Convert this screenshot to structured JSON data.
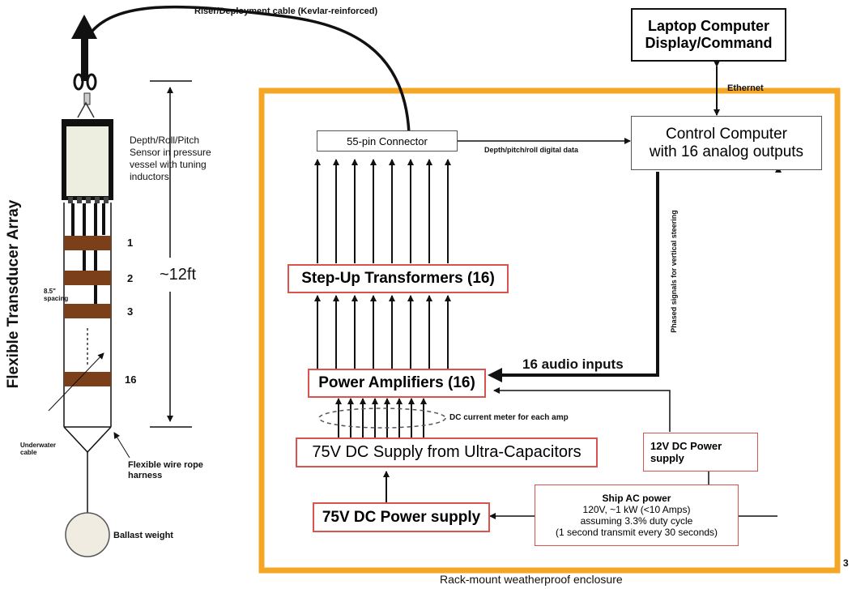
{
  "cable_label": "Riser/Deployment cable (Kevlar-reinforced)",
  "laptop": {
    "line1": "Laptop Computer",
    "line2": "Display/Command"
  },
  "ethernet_label": "Ethernet",
  "control_computer": {
    "line1": "Control Computer",
    "line2": "with 16 analog outputs"
  },
  "connector_label": "55-pin Connector",
  "depth_data_label": "Depth/pitch/roll digital data",
  "phased_label": "Phased signals for vertical steering",
  "sensor_label": [
    "Depth/Roll/Pitch",
    "Sensor in pressure",
    "vessel with tuning",
    "inductors"
  ],
  "array_title": "Flexible Transducer Array",
  "height_label": "~12ft",
  "element_labels": [
    "1",
    "2",
    "3",
    "16"
  ],
  "spacing_label": [
    "8.5\"",
    "spacing"
  ],
  "step_up_label": "Step-Up Transformers (16)",
  "audio_inputs_label": "16 audio inputs",
  "power_amps_label": "Power Amplifiers (16)",
  "dc_meter_label": "DC current meter for each amp",
  "supply_75v_caps_label": "75V DC Supply from Ultra-Capacitors",
  "supply_12v": {
    "line1": "12V DC Power",
    "line2": "supply"
  },
  "supply_75v_label": "75V DC Power supply",
  "ship_ac": {
    "title": "Ship AC power",
    "line1": "120V, ~1 kW (<10 Amps)",
    "line2": "assuming 3.3% duty cycle",
    "line3": "(1 second transmit every 30 seconds)"
  },
  "underwater_cable_label": [
    "Underwater",
    "cable"
  ],
  "harness_label": [
    "Flexible wire rope",
    "harness"
  ],
  "ballast_label": "Ballast weight",
  "enclosure_label": "Rack-mount weatherproof enclosure",
  "page_number": "3",
  "colors": {
    "enclosure": "#f5a623",
    "box_border": "#d9534f",
    "band": "#7b3f1a",
    "line": "#111111"
  }
}
